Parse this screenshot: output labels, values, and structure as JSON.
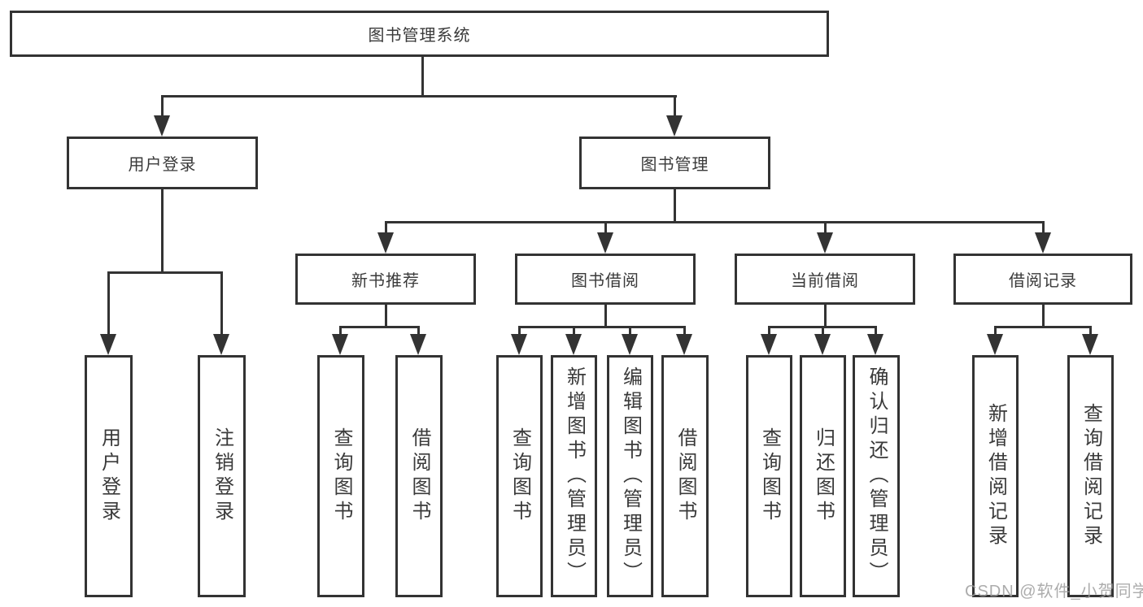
{
  "tree": {
    "root": {
      "label": "图书管理系统"
    },
    "branches": [
      {
        "label": "用户登录",
        "children": [
          {
            "label": "用户登录"
          },
          {
            "label": "注销登录"
          }
        ]
      },
      {
        "label": "图书管理",
        "children": [
          {
            "label": "新书推荐",
            "children": [
              {
                "label": "查询图书"
              },
              {
                "label": "借阅图书"
              }
            ]
          },
          {
            "label": "图书借阅",
            "children": [
              {
                "label": "查询图书"
              },
              {
                "label": "新增图书（管理员）"
              },
              {
                "label": "编辑图书（管理员）"
              },
              {
                "label": "借阅图书"
              }
            ]
          },
          {
            "label": "当前借阅",
            "children": [
              {
                "label": "查询图书"
              },
              {
                "label": "归还图书"
              },
              {
                "label": "确认归还（管理员）"
              }
            ]
          },
          {
            "label": "借阅记录",
            "children": [
              {
                "label": "新增借阅记录"
              },
              {
                "label": "查询借阅记录"
              }
            ]
          }
        ]
      }
    ]
  },
  "watermark": "CSDN @软件_小贺同学",
  "colors": {
    "line": "#333333",
    "text": "#3a3a3a",
    "background": "#ffffff",
    "watermark": "#9e9e9e"
  }
}
